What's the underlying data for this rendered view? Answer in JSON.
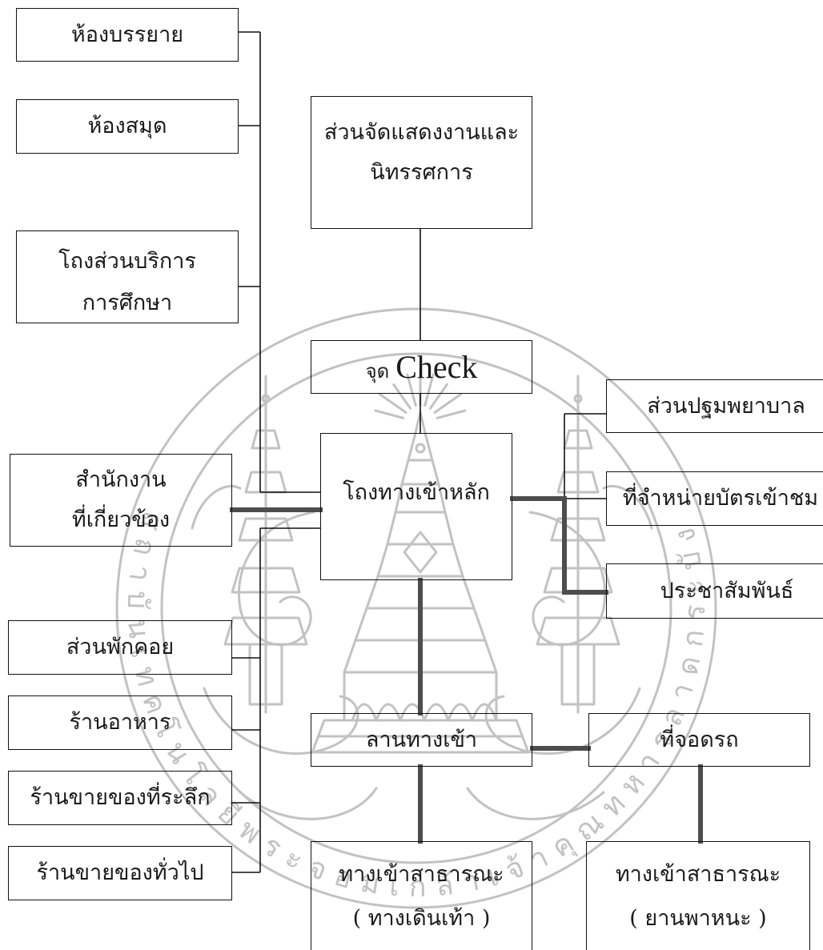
{
  "diagram": {
    "nodes": {
      "lecture_room": [
        "ห้องบรรยาย"
      ],
      "library": [
        "ห้องสมุด"
      ],
      "education_service_hall": [
        "โถงส่วนบริการ",
        "การศึกษา"
      ],
      "exhibition": [
        "ส่วนจัดแสดงงานและ",
        "นิทรรศการ"
      ],
      "checkpoint": {
        "prefix": "จุด",
        "word": "Check"
      },
      "main_lobby": [
        "โถงทางเข้าหลัก"
      ],
      "office": [
        "สำนักงาน",
        "ที่เกี่ยวข้อง"
      ],
      "first_aid": [
        "ส่วนปฐมพยาบาล"
      ],
      "ticket_sales": [
        "ที่จำหน่ายบัตรเข้าชม"
      ],
      "public_relations": [
        "ประชาสัมพันธ์"
      ],
      "waiting_area": [
        "ส่วนพักคอย"
      ],
      "restaurant": [
        "ร้านอาหาร"
      ],
      "souvenir_shop": [
        "ร้านขายของที่ระลึก"
      ],
      "general_shop": [
        "ร้านขายของทั่วไป"
      ],
      "entrance_plaza": [
        "ลานทางเข้า"
      ],
      "parking": [
        "ที่จอดรถ"
      ],
      "pedestrian_entrance": [
        "ทางเข้าสาธารณะ",
        "( ทางเดินเท้า )"
      ],
      "vehicle_entrance": [
        "ทางเข้าสาธารณะ",
        "( ยานพาหนะ )"
      ]
    }
  },
  "watermark": {
    "text": "สถาบันเทคโนโลยีพระจอมเกล้าเจ้าคุณทหารลาดกระบัง"
  },
  "colors": {
    "background": "#ffffff",
    "box_border": "#111111",
    "text": "#1a1a1a",
    "thin_connector": "#111111",
    "thick_connector": "#4d4d4d",
    "watermark": "#c2c2c2"
  }
}
